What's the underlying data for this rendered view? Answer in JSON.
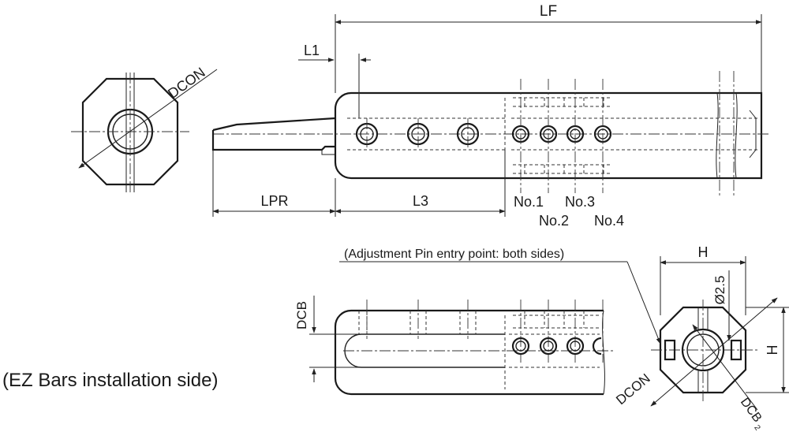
{
  "labels": {
    "lf": "LF",
    "l1": "L1",
    "dcon_top": "DCON",
    "lpr": "LPR",
    "l3": "L3",
    "no1": "No.1",
    "no2": "No.2",
    "no3": "No.3",
    "no4": "No.4",
    "pin_note": "(Adjustment Pin entry point: both sides)",
    "h_top": "H",
    "h_side": "H",
    "d25": "Ø2.5",
    "dcb": "DCB",
    "dcon_bottom": "DCON",
    "dcb2": "DCB",
    "dcb2_sub": "2",
    "ez_note": "(EZ Bars installation side)"
  }
}
